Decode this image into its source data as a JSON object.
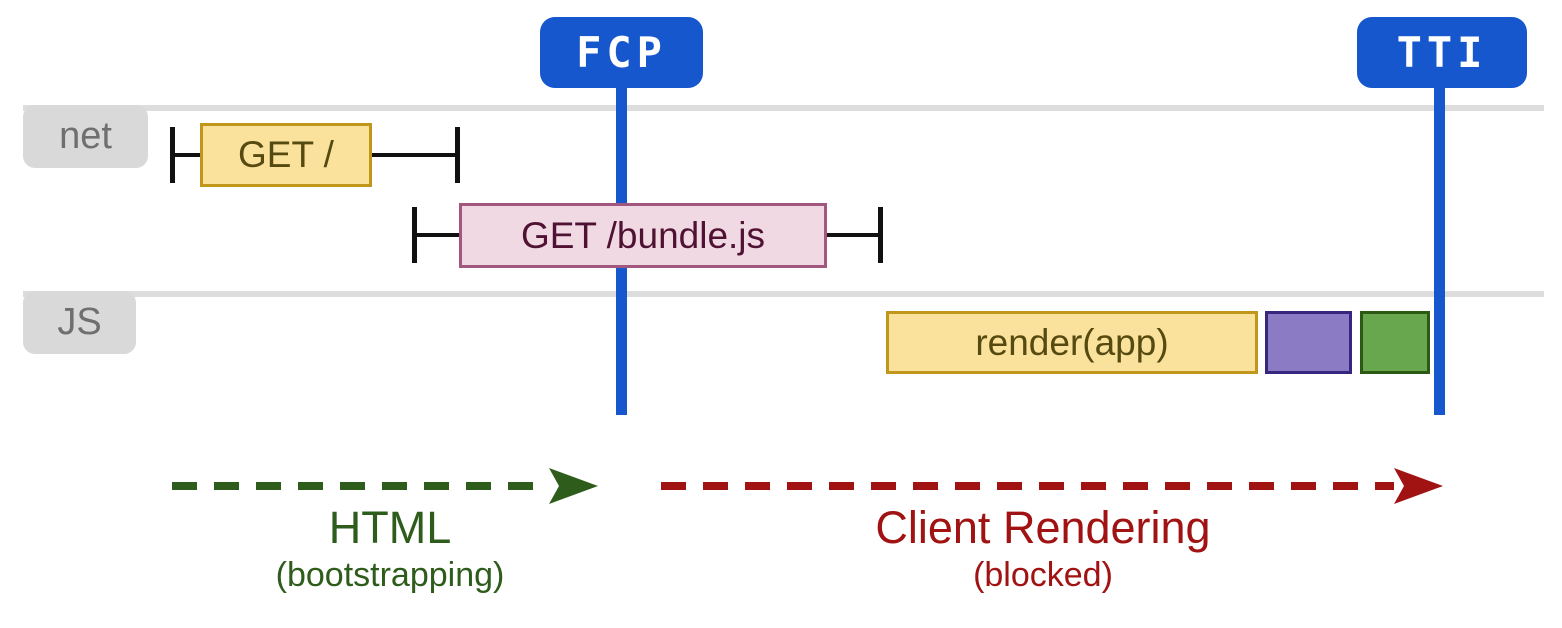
{
  "colors": {
    "blue": "#1657CE",
    "lane_line": "#DDDDDD",
    "lane_badge_bg": "#D9D9D9",
    "lane_badge_text": "#6F6F6F",
    "yellow_fill": "#FAE29C",
    "yellow_border": "#C0961B",
    "yellow_text": "#564A10",
    "pink_fill": "#F0D9E3",
    "pink_border": "#A2577E",
    "pink_text": "#4F1233",
    "purple_fill": "#8B7BC4",
    "purple_border": "#37267D",
    "green_fill": "#69A74E",
    "green_border": "#2C5A14",
    "whisker": "#111111",
    "arrow_green": "#2E5C1B",
    "arrow_red": "#A11212"
  },
  "markers": {
    "fcp": {
      "label": "FCP"
    },
    "tti": {
      "label": "TTI"
    }
  },
  "lanes": {
    "net": {
      "label": "net"
    },
    "js": {
      "label": "JS"
    }
  },
  "tasks": {
    "get_root": {
      "label": "GET /"
    },
    "get_bundle": {
      "label": "GET /bundle.js"
    },
    "render_app": {
      "label": "render(app)"
    }
  },
  "phases": {
    "html": {
      "label": "HTML",
      "sublabel": "(bootstrapping)"
    },
    "client_rendering": {
      "label": "Client Rendering",
      "sublabel": "(blocked)"
    }
  }
}
